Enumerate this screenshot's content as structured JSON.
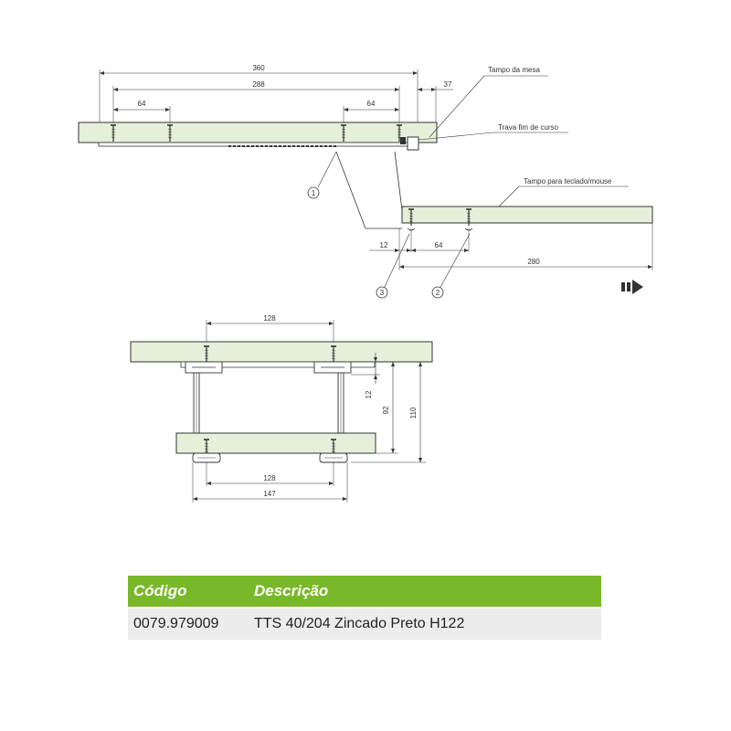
{
  "colors": {
    "board_fill": "#e6efd9",
    "line": "#333333",
    "table_header_bg": "#79b829",
    "table_row_bg": "#ececec"
  },
  "diagram": {
    "labels": {
      "tampo_mesa": "Tampo da mesa",
      "trava": "Trava fim de curso",
      "tampo_teclado": "Tampo para teclado/mouse"
    },
    "dims_top": {
      "d360": "360",
      "d288": "288",
      "d64a": "64",
      "d64b": "64",
      "d37": "37",
      "d12": "12",
      "d64c": "64",
      "d280": "280"
    },
    "callouts": {
      "c1": "1",
      "c2": "2",
      "c3": "3"
    },
    "dims_section": {
      "d128_top": "128",
      "d12": "12",
      "d92": "92",
      "d110": "110",
      "d128_bottom": "128",
      "d147": "147"
    },
    "icons": [
      "arrow-right-icon",
      "screw-icon"
    ]
  },
  "table": {
    "headers": [
      "Código",
      "Descrição"
    ],
    "rows": [
      [
        "0079.979009",
        "TTS 40/204 Zincado Preto H122"
      ]
    ]
  }
}
